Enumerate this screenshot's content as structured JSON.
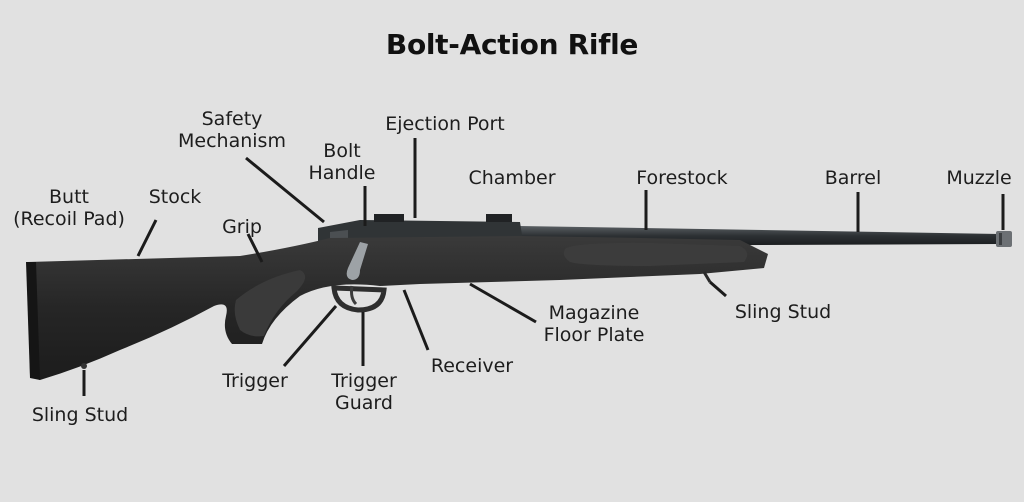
{
  "title": "Bolt-Action Rifle",
  "labels": {
    "butt": [
      "Butt",
      "(Recoil Pad)"
    ],
    "stock": "Stock",
    "grip": "Grip",
    "safety": [
      "Safety",
      "Mechanism"
    ],
    "bolt_handle": [
      "Bolt",
      "Handle"
    ],
    "ejection_port": "Ejection Port",
    "chamber": "Chamber",
    "forestock": "Forestock",
    "barrel": "Barrel",
    "muzzle": "Muzzle",
    "sling_stud_front": "Sling Stud",
    "magazine_floor_plate": [
      "Magazine",
      "Floor Plate"
    ],
    "receiver": "Receiver",
    "trigger_guard": [
      "Trigger",
      "Guard"
    ],
    "trigger": "Trigger",
    "sling_stud_rear": "Sling Stud"
  },
  "colors": {
    "background": "#e1e1e1",
    "rifle_body": "#2a2a2a",
    "text": "#1d1d1d"
  }
}
